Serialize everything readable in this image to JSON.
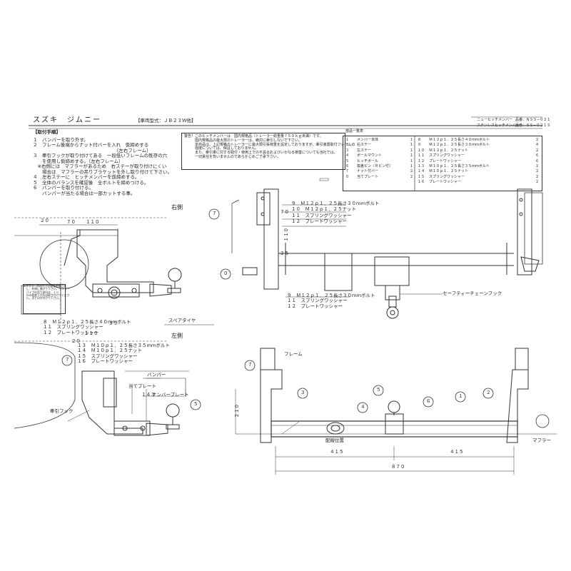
{
  "header": {
    "title": "スズキ　ジムニー",
    "vehicle_model": "【車両型式：ＪＢ２３Ｗ他】",
    "product_line1": "ニューヒッチメンバー",
    "code_line1": "品番：ＮＳＳ−０２１",
    "product_line2": "ステンレスヒッチメンバー",
    "code_line2": "品番：ＳＳ−０２１Ｓ"
  },
  "steps": {
    "heading": "【取付手順】",
    "items": [
      "１　バンパーを取り外す。",
      "２　フレーム後端からナット付バーを入れ　仮締めする",
      "　　　　　　　　　　　　　　　　　　（左右フレーム）",
      "３　牽引フックが取り付けてある　一段低いフレームの既存の穴",
      "　　を使用し仮締めする。（左右フレーム）",
      "　※右側には　マフラーがあるため　右ステーが取り付けにくい",
      "　　場合は　マフラーの吊りブラケットを外し取り付けて下さい。",
      "４　左右ステーに　ヒッチメンバーを仮締めする。",
      "５　全体のバランスを確認後　全ボルトを締めつける。",
      "６　バンパーを取り付ける。",
      "　　バンパーが当たる場合は一部カットする事。"
    ]
  },
  "warning": {
    "lines": [
      "警告！このヒッチメンバーは　国内規格品（トレーラー総重量７５０ｋｇ未満）です。",
      "　　　国内規格品の最大限のトレーラーは、絶対に牽引しないで下さい。",
      "　　　本商品は、上記規格のトレーラーに最大限引張荷重を設定しておりますが、牽引装置取付フレームの",
      "　　　強度については、保証しておりません。",
      "　　　また、牽引車に対する取付・使用上での不具合およびいかなる損害についても当社では、",
      "　　　一切責任を負いませんのであらかじめご了承下さい。"
    ]
  },
  "parts": {
    "heading": "部品一覧表",
    "left": [
      {
        "no": "１",
        "name": "メンバー本体",
        "qty": "１"
      },
      {
        "no": "２",
        "name": "右ステー",
        "qty": "１"
      },
      {
        "no": "３",
        "name": "左ステー",
        "qty": "１"
      },
      {
        "no": "４",
        "name": "ボールマウント",
        "qty": "１"
      },
      {
        "no": "５",
        "name": "ヒッチボール",
        "qty": "１"
      },
      {
        "no": "６",
        "name": "抜差ピン（Ｒピン付）",
        "qty": "１"
      },
      {
        "no": "７",
        "name": "ナット付バー",
        "qty": "２"
      },
      {
        "no": "０",
        "name": "当てプレート",
        "qty": "２"
      }
    ],
    "right": [
      {
        "no": "８",
        "name": "Ｍ１２ｐ１．２５長さ４０ｍｍボルト",
        "qty": "２"
      },
      {
        "no": "９",
        "name": "Ｍ１２ｐ１．２５長さ３０ｍｍボルト",
        "qty": "４"
      },
      {
        "no": "１０",
        "name": "Ｍ１２ｐ１．２５ナット",
        "qty": "２"
      },
      {
        "no": "１１",
        "name": "スプリングワッシャー",
        "qty": "６"
      },
      {
        "no": "１２",
        "name": "プレートワッシャー",
        "qty": "６"
      },
      {
        "no": "１３",
        "name": "Ｍ１０ｐ１．２５長さ３５ｍｍボルト",
        "qty": "２"
      },
      {
        "no": "１４",
        "name": "Ｍ１０ｐ１．２５ナット",
        "qty": "２"
      },
      {
        "no": "１５",
        "name": "スプリングワッシャー",
        "qty": "２"
      },
      {
        "no": "１６",
        "name": "プレートワッシャー",
        "qty": "２"
      }
    ]
  },
  "right_side": {
    "label": "右側",
    "dim_20": "２０",
    "dim_70": "７０",
    "dim_110": "１１０",
    "muffler_note": [
      "※マフラーの吊り下げ部分を取り外",
      "　し、外側に曲げて下さい。マフラー",
      "　パイプの吊り部分は、１０",
      "　ｍｍ程度下がれば取り付けてくださ",
      "　い。点と印が付けて下さい。"
    ]
  },
  "left_side": {
    "label": "左側",
    "spare_tire": "スペアタイヤ",
    "bolts_top": [
      "８　Ｍ１２ｐ１．２５長さ４０ｍｍボルト",
      "１１　スプリングワッシャー",
      "１２　プレートワッシャー"
    ],
    "bolts_mid": [
      "１３　Ｍ１０ｐ１．２５長さ３５ｍｍボルト",
      "１４　Ｍ１０ｐ１．２５ナット",
      "１５　スプリングワッシャー",
      "１６　プレートワッシャー"
    ],
    "dim_20": "２０",
    "dim_35": "３５",
    "dim_110": "１１０",
    "dim_143": "１４３",
    "bumper": "バンパー",
    "plate": "当てプレート",
    "number_plate": "ナンバープレート",
    "tow_hook": "牽引フック"
  },
  "top_view": {
    "bolts_upper": [
      "９　Ｍ１２ｐ１．２５長さ３０ｍｍボルト",
      "１０　Ｍ１２ｐ１．２５ナット",
      "１１　スプリングワッシャー",
      "１２　プレートワッシャー"
    ],
    "bolts_lower": [
      "９　Ｍ１２ｐ１．２５長さ３０ｍｍボルト",
      "１１　スプリングワッシャー",
      "１２　プレートワッシャー"
    ],
    "dim_70": "７０",
    "dim_110": "１１０",
    "dim_35": "３５",
    "safety_hook": "セーフティーチェーンフック"
  },
  "rear_view": {
    "frame": "フレーム",
    "wiring": "配線位置",
    "muffler": "マフラー",
    "dim_210": "２１０",
    "dim_415a": "４１５",
    "dim_415b": "４１５",
    "dim_870": "８７０"
  },
  "callouts": [
    "１",
    "２",
    "３",
    "４",
    "５",
    "６",
    "７",
    "０"
  ]
}
